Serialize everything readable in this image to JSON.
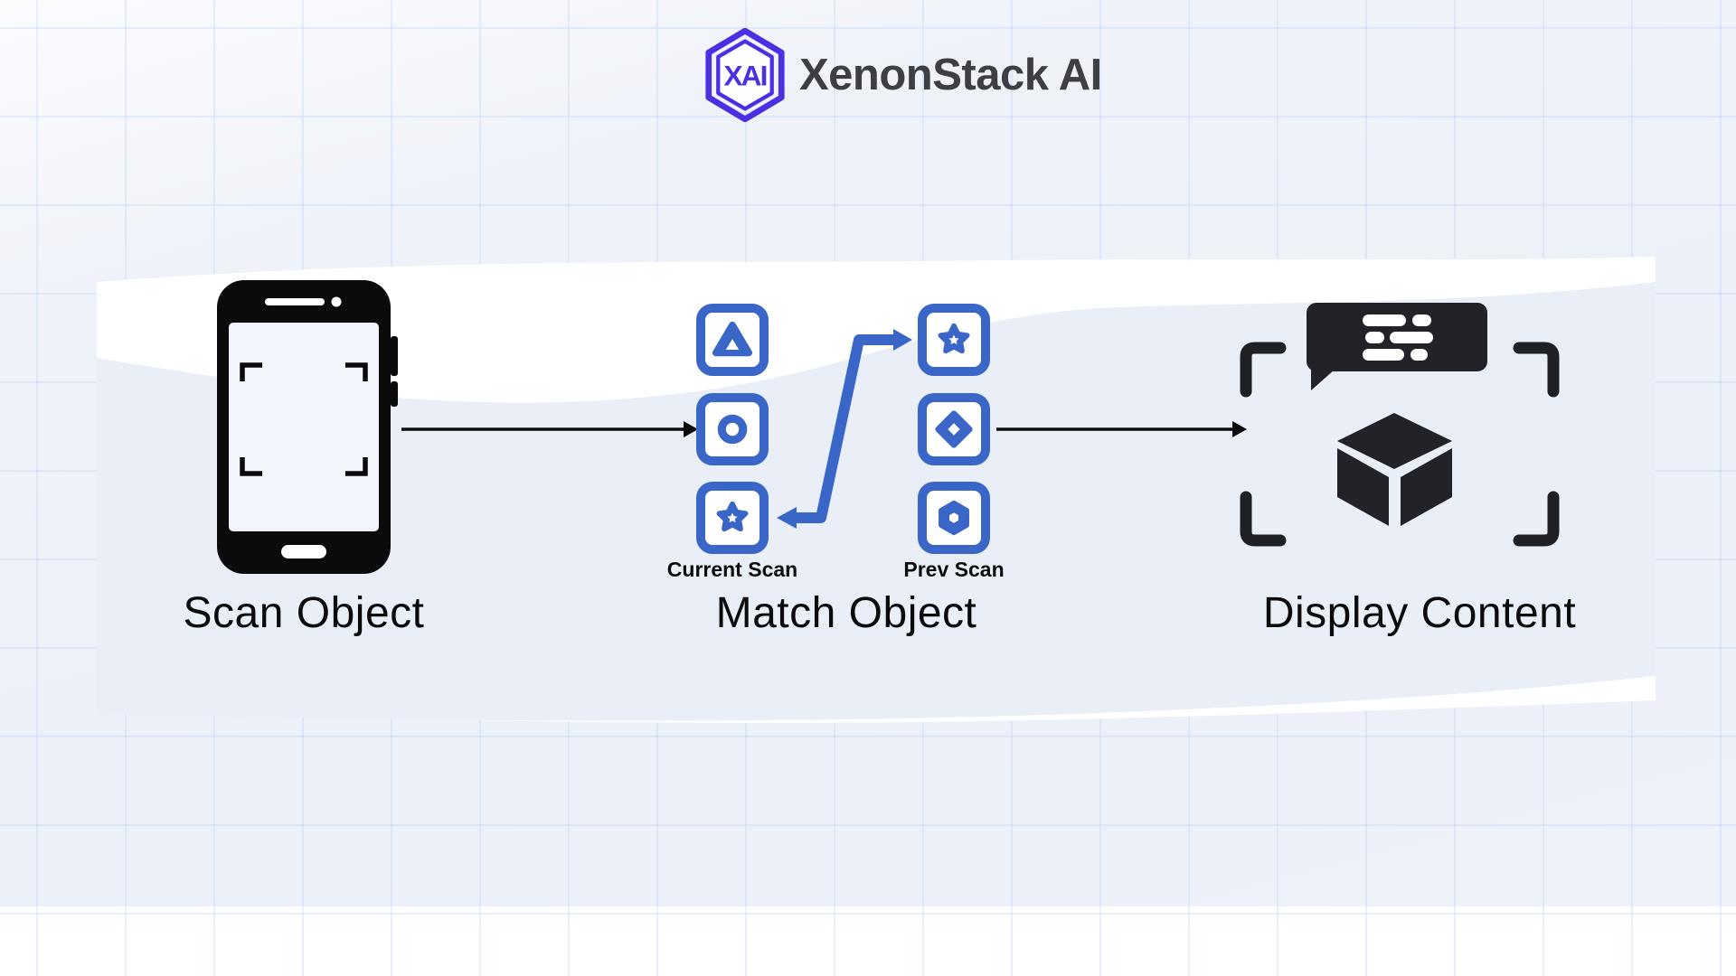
{
  "header": {
    "brand_name": "XenonStack AI",
    "logo_monogram": "XAI",
    "logo_color": "#4A2FE3",
    "brand_text_color": "#3d3f44"
  },
  "colors": {
    "accent_blue": "#3A66C8",
    "dark_icon": "#1f2024",
    "label_black": "#0b0b0c",
    "band_white": "#ffffff",
    "wave_gray": "#e9edf6",
    "page_bg": "#eef1f8"
  },
  "flow": {
    "steps": [
      {
        "id": "scan-object",
        "label": "Scan Object",
        "icon": "smartphone-scan"
      },
      {
        "id": "match-object",
        "label": "Match Object",
        "columns": [
          {
            "id": "current-scan",
            "label": "Current Scan",
            "shapes": [
              "triangle",
              "circle",
              "star"
            ]
          },
          {
            "id": "prev-scan",
            "label": "Prev Scan",
            "shapes": [
              "star",
              "diamond",
              "hexagon"
            ]
          }
        ],
        "match_link": {
          "from": "current-scan:star",
          "to": "prev-scan:star"
        }
      },
      {
        "id": "display-content",
        "label": "Display Content",
        "icons": [
          "chat-bubble",
          "cube-3d"
        ]
      }
    ],
    "connections": [
      "scan-object to match-object",
      "match-object to display-content"
    ]
  }
}
